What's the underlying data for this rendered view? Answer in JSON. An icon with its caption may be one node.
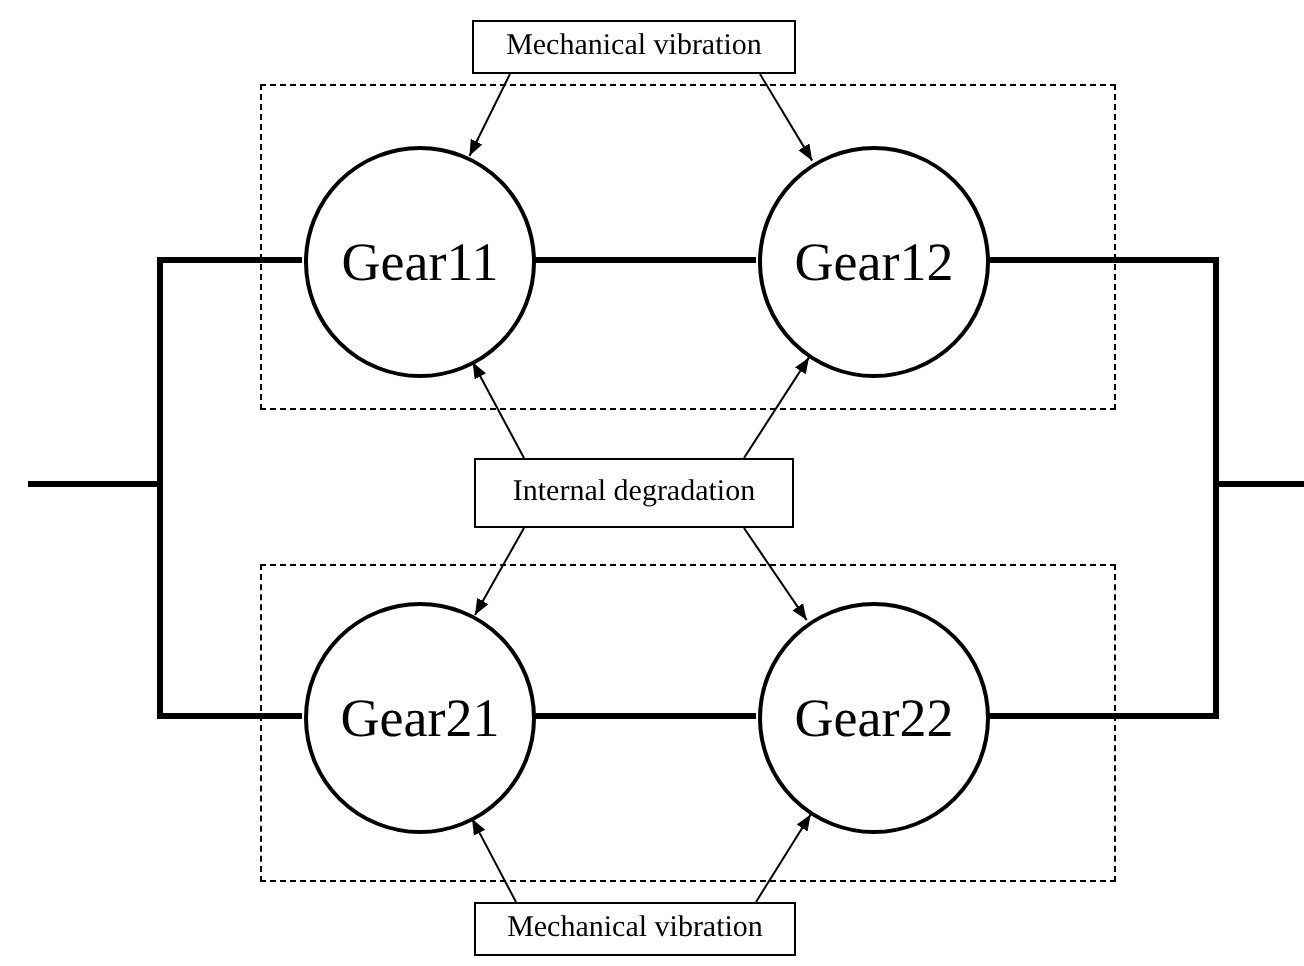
{
  "diagram": {
    "nodes": [
      {
        "text": [
          "Mechanical vibration"
        ]
      },
      {
        "text": [],
        "shape": "box"
      },
      {
        "text": [
          "Gear11"
        ],
        "in": 1
      },
      {
        "text": [
          "Gear12"
        ],
        "in": 1
      },
      {
        "text": [
          "Internal degradation"
        ]
      },
      {
        "text": [],
        "shape": "box"
      },
      {
        "text": [
          "Gear21"
        ],
        "in": 5
      },
      {
        "text": [
          "Gear22"
        ],
        "in": 5
      },
      {
        "text": [
          "Mechanical vibration"
        ]
      }
    ],
    "edges": [
      {
        "from": 0,
        "to": 2,
        "arrow": "to"
      },
      {
        "from": 0,
        "to": 3,
        "arrow": "to"
      },
      {
        "from": 4,
        "to": 2,
        "arrow": "to"
      },
      {
        "from": 4,
        "to": 3,
        "arrow": "to"
      },
      {
        "from": 4,
        "to": 6,
        "arrow": "to"
      },
      {
        "from": 4,
        "to": 7,
        "arrow": "to"
      },
      {
        "from": 8,
        "to": 6,
        "arrow": "to"
      },
      {
        "from": 8,
        "to": 7,
        "arrow": "to"
      },
      {
        "from": 2,
        "to": 3,
        "arrow": "none",
        "style": "thick"
      },
      {
        "from": 6,
        "to": 7,
        "arrow": "none",
        "style": "thick"
      },
      {
        "from": null,
        "to": 2,
        "arrow": "none",
        "style": "thick"
      },
      {
        "from": null,
        "to": 6,
        "arrow": "none",
        "style": "thick"
      },
      {
        "from": 3,
        "to": null,
        "arrow": "none",
        "style": "thick"
      },
      {
        "from": 7,
        "to": null,
        "arrow": "none",
        "style": "thick"
      }
    ]
  }
}
